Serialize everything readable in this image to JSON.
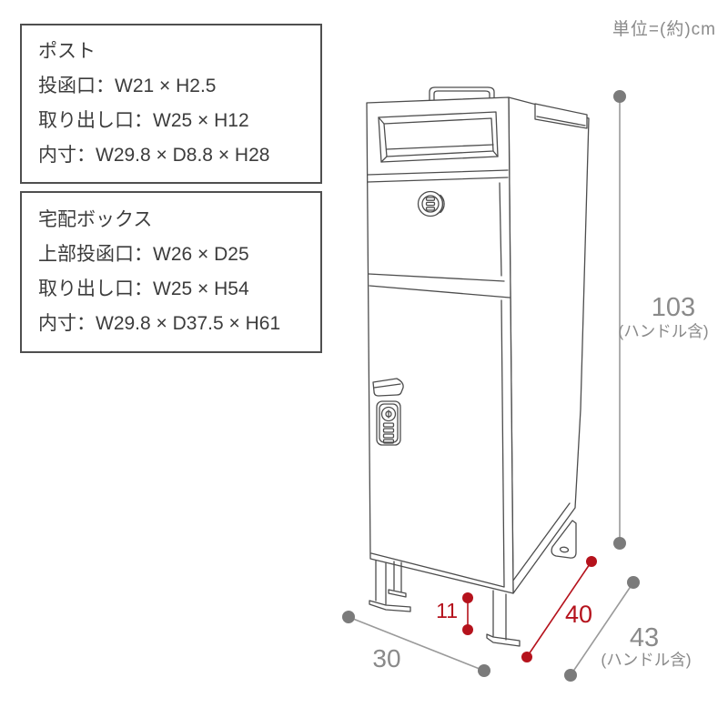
{
  "unit_note": "単位=(約)cm",
  "spec_boxes": [
    {
      "title": "ポスト",
      "lines": [
        "投函口：W21 × H2.5",
        "取り出し口：W25 × H12",
        "内寸：W29.8 × D8.8 × H28"
      ]
    },
    {
      "title": "宅配ボックス",
      "lines": [
        "上部投函口：W26 × D25",
        "取り出し口：W25 × H54",
        "内寸：W29.8 × D37.5 × H61"
      ]
    }
  ],
  "dimensions": {
    "height": {
      "value": "103",
      "note": "(ハンドル含)"
    },
    "width": {
      "value": "30"
    },
    "depth_inner": {
      "value": "40"
    },
    "depth_total": {
      "value": "43",
      "note": "(ハンドル含)"
    },
    "leg_height": {
      "value": "11"
    }
  },
  "colors": {
    "accent_red": "#b5121c",
    "dim_gray": "#8a8a8a",
    "line_dark": "#4d4d4d"
  }
}
